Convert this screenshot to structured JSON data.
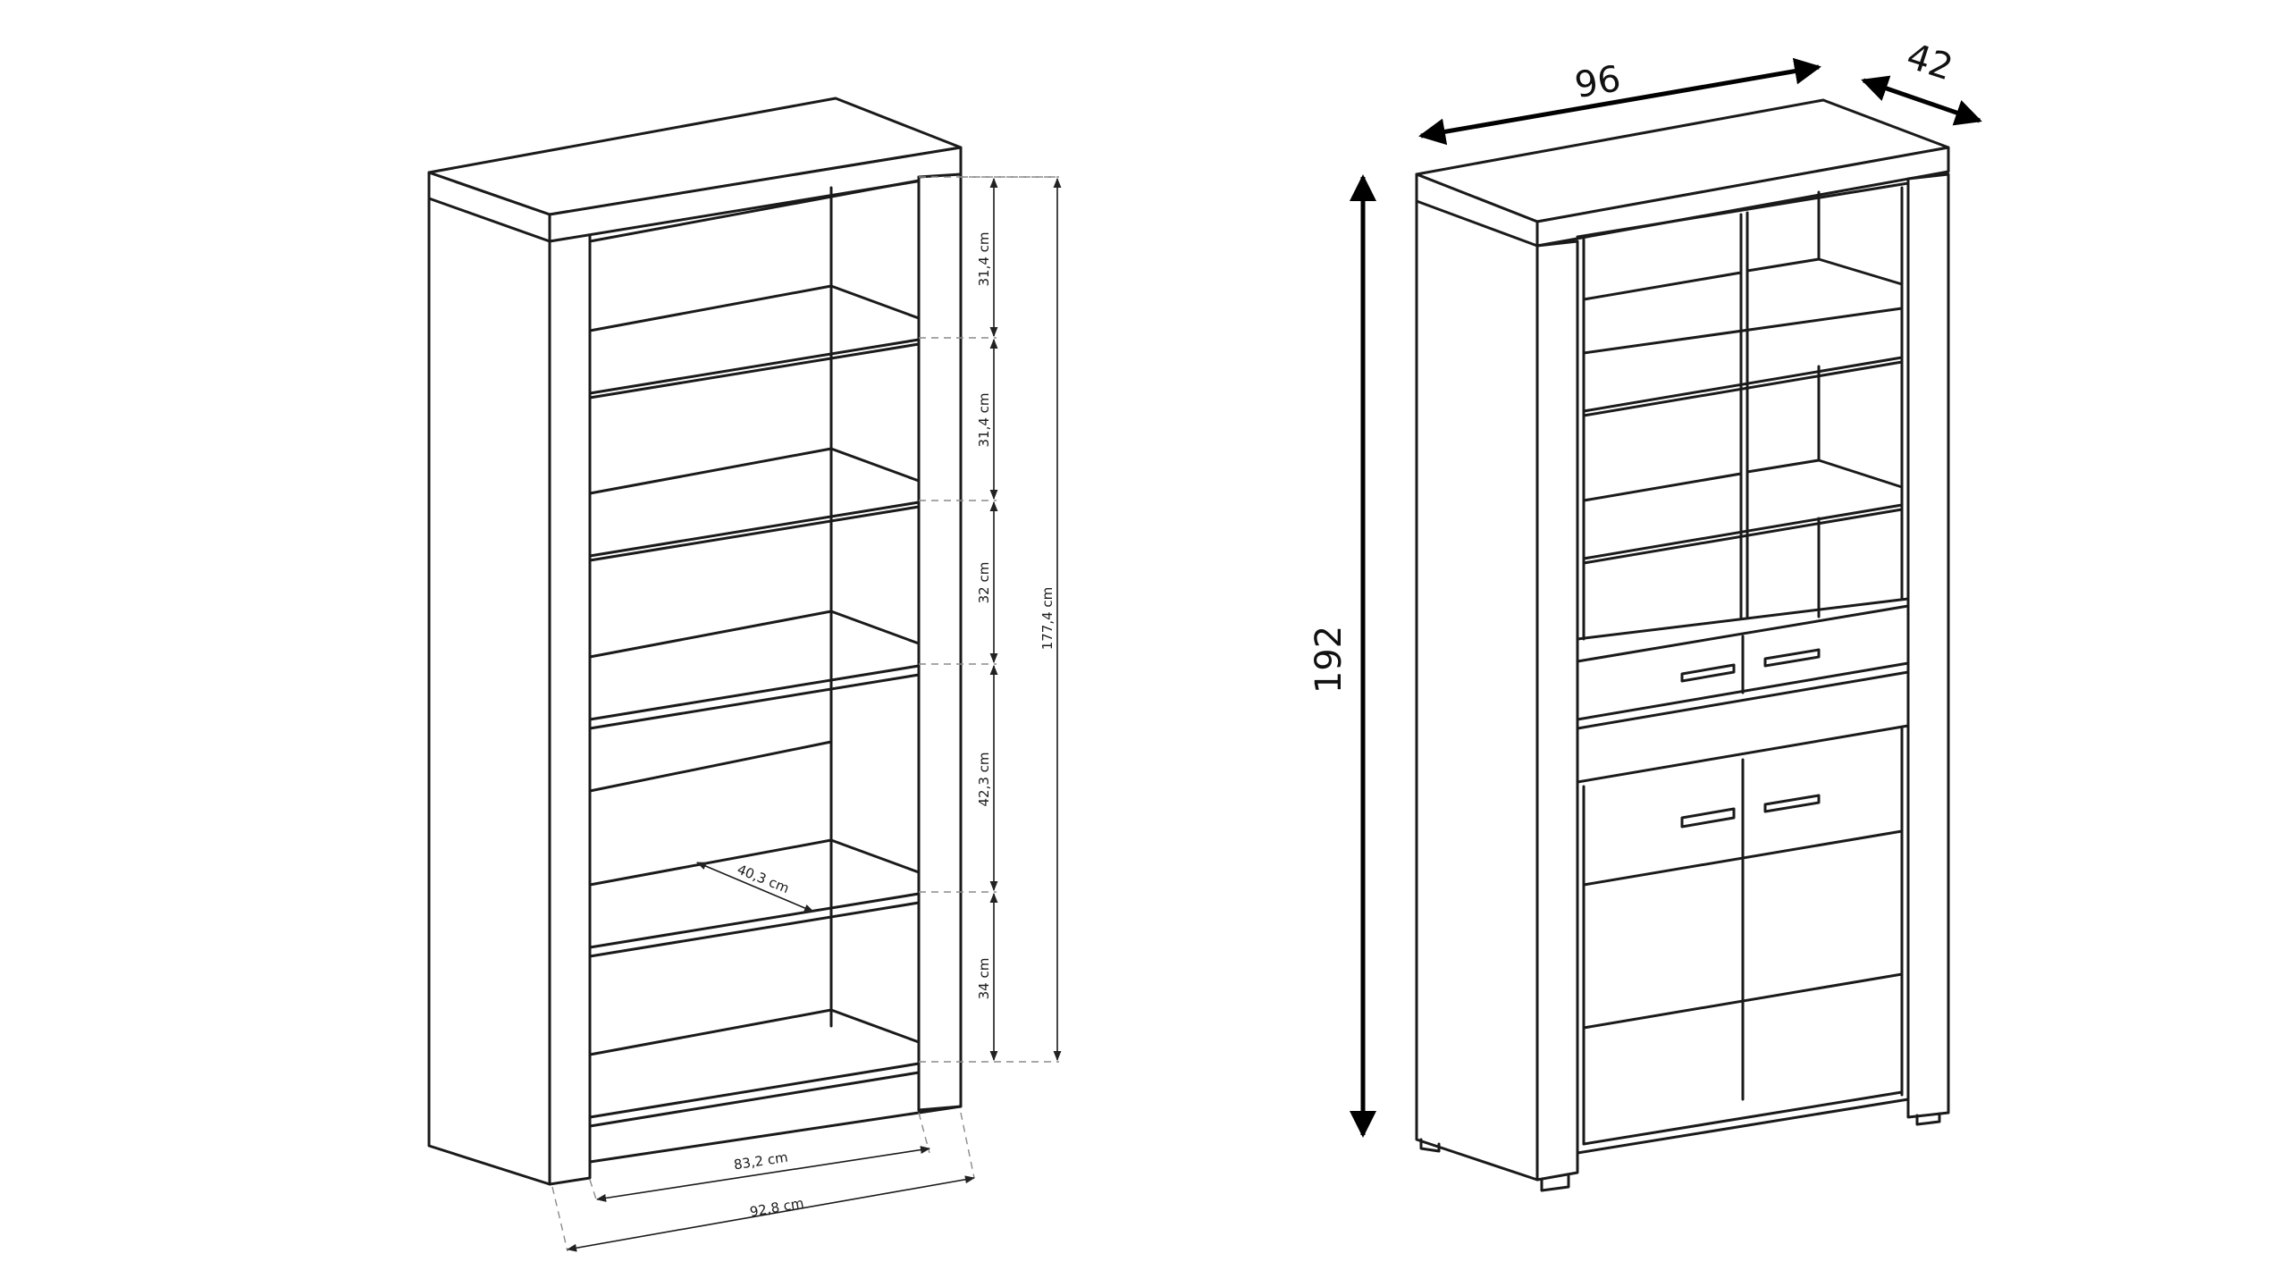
{
  "open_bookcase": {
    "shelf_spacings": [
      "31,4 cm",
      "31,4 cm",
      "32 cm",
      "42,3 cm",
      "34 cm"
    ],
    "inner_height": "177,4 cm",
    "shelf_depth": "40,3 cm",
    "inner_width": "83,2 cm",
    "outer_width": "92,8 cm"
  },
  "glass_cabinet": {
    "width": "96",
    "depth": "42",
    "height": "192"
  }
}
